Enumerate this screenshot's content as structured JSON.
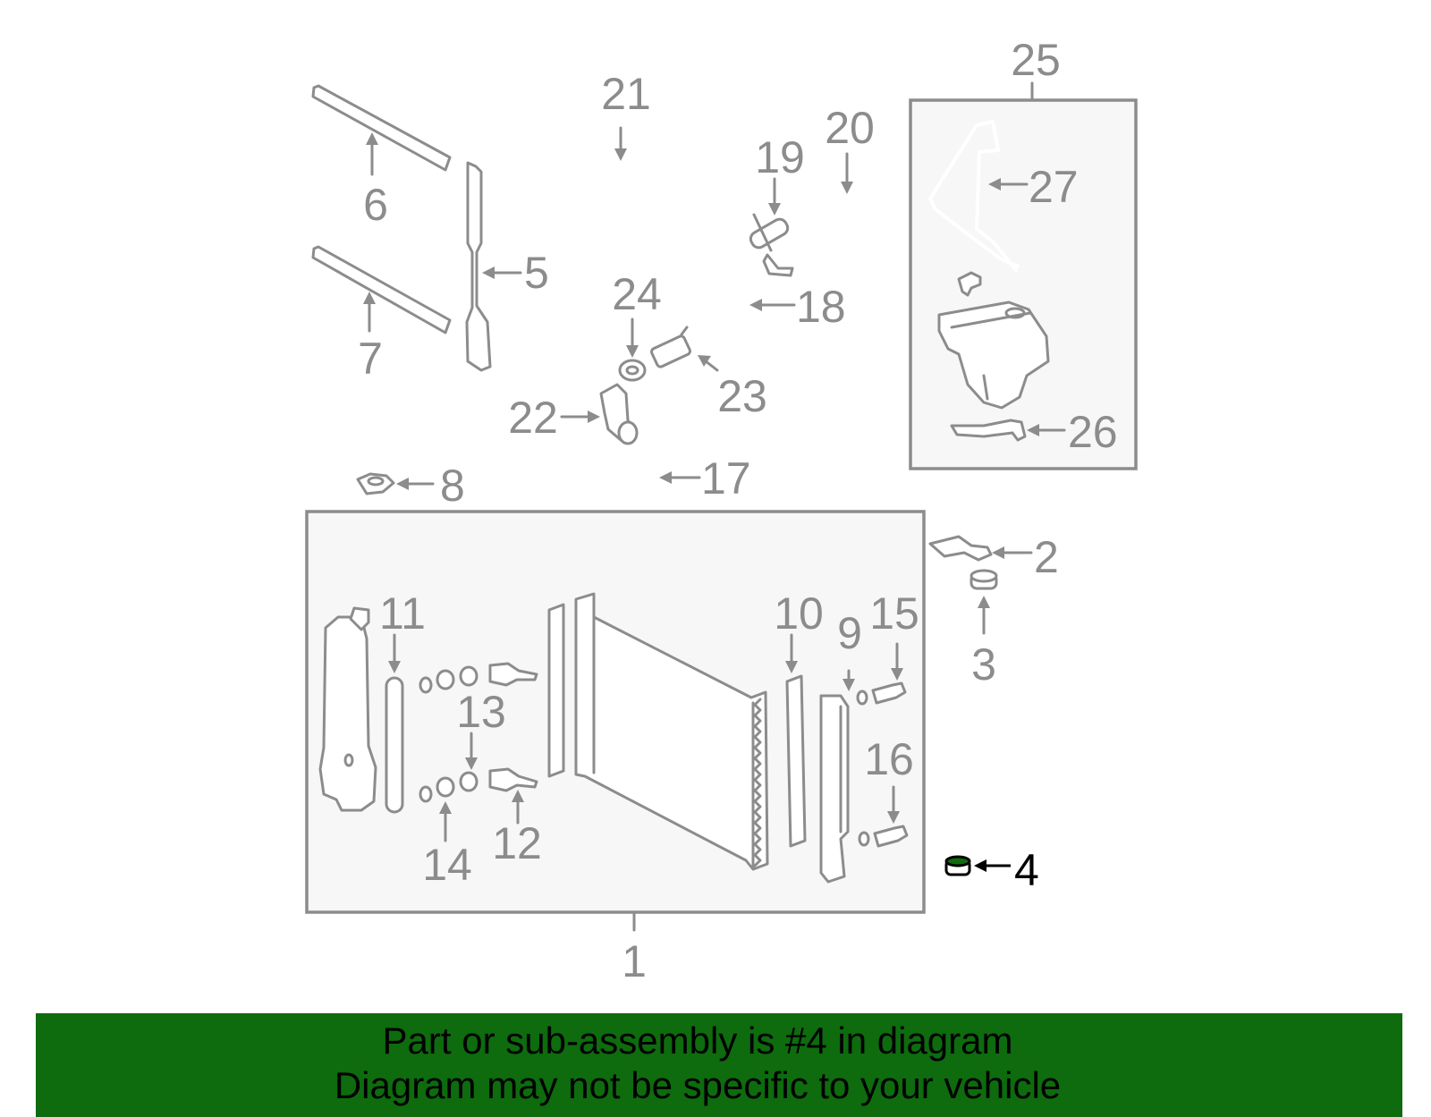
{
  "callouts": {
    "c1": "1",
    "c2": "2",
    "c3": "3",
    "c4": "4",
    "c5": "5",
    "c6": "6",
    "c7": "7",
    "c8": "8",
    "c9": "9",
    "c10": "10",
    "c11": "11",
    "c12": "12",
    "c13": "13",
    "c14": "14",
    "c15": "15",
    "c16": "16",
    "c17": "17",
    "c18": "18",
    "c19": "19",
    "c20": "20",
    "c21": "21",
    "c22": "22",
    "c23": "23",
    "c24": "24",
    "c25": "25",
    "c26": "26",
    "c27": "27"
  },
  "highlighted_part": "4",
  "colors": {
    "line_gray": "#8c8c8c",
    "box_fill": "#f7f7f7",
    "highlight": "#000000",
    "banner_green": "#0e6b0e"
  },
  "banner": {
    "line1": "Part or sub-assembly is #4 in diagram",
    "line2": "Diagram may not be specific to your vehicle"
  }
}
